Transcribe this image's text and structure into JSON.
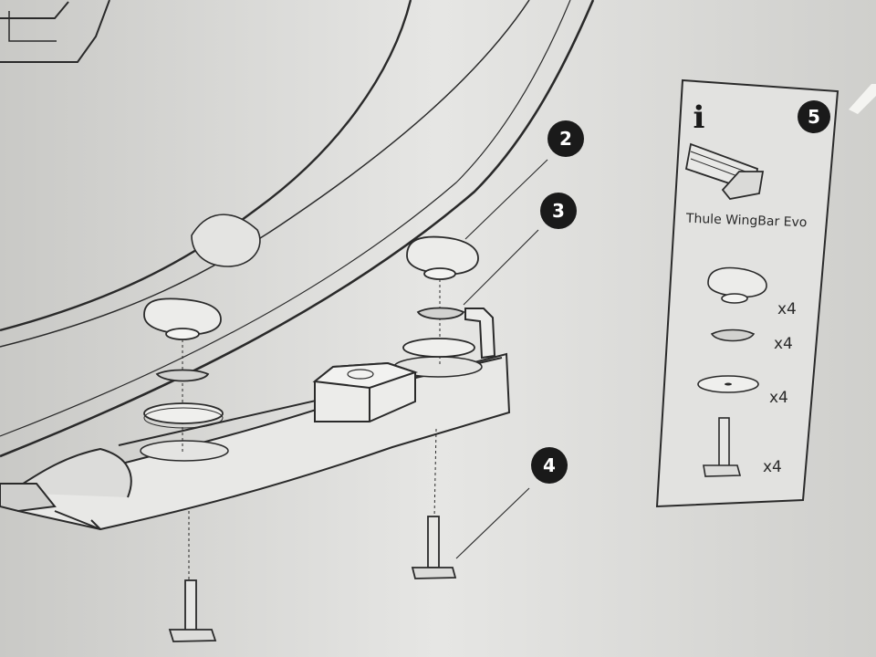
{
  "steps": {
    "callout_a": "2",
    "callout_b": "3",
    "callout_c": "4"
  },
  "info_panel": {
    "info_symbol": "i",
    "step_number": "5",
    "product_name": "Thule WingBar Evo",
    "parts": [
      {
        "icon": "knob-icon",
        "quantity": "x4"
      },
      {
        "icon": "washer-icon",
        "quantity": "x4"
      },
      {
        "icon": "rubber-pad-icon",
        "quantity": "x4"
      },
      {
        "icon": "t-bolt-icon",
        "quantity": "x4"
      }
    ]
  },
  "colors": {
    "background": "#d9d9d7",
    "line": "#2a2a2a",
    "badge": "#1a1a1a",
    "badge_text": "#ffffff"
  }
}
